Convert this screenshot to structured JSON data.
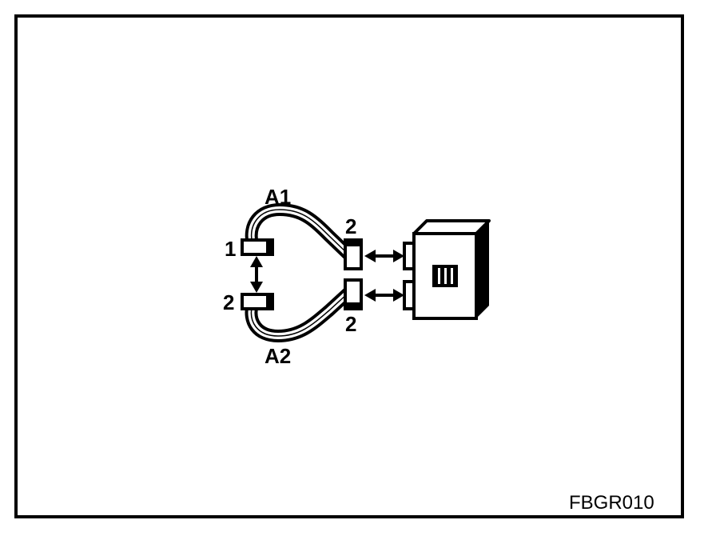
{
  "diagram": {
    "labels": {
      "cable_top": "A1",
      "cable_bottom": "A2",
      "left_top": "1",
      "left_bottom": "2",
      "right_top": "2",
      "right_bottom": "2",
      "unit_mark": "III"
    },
    "figure_code": "FBGR010",
    "colors": {
      "line": "#000000",
      "background": "#ffffff"
    }
  }
}
